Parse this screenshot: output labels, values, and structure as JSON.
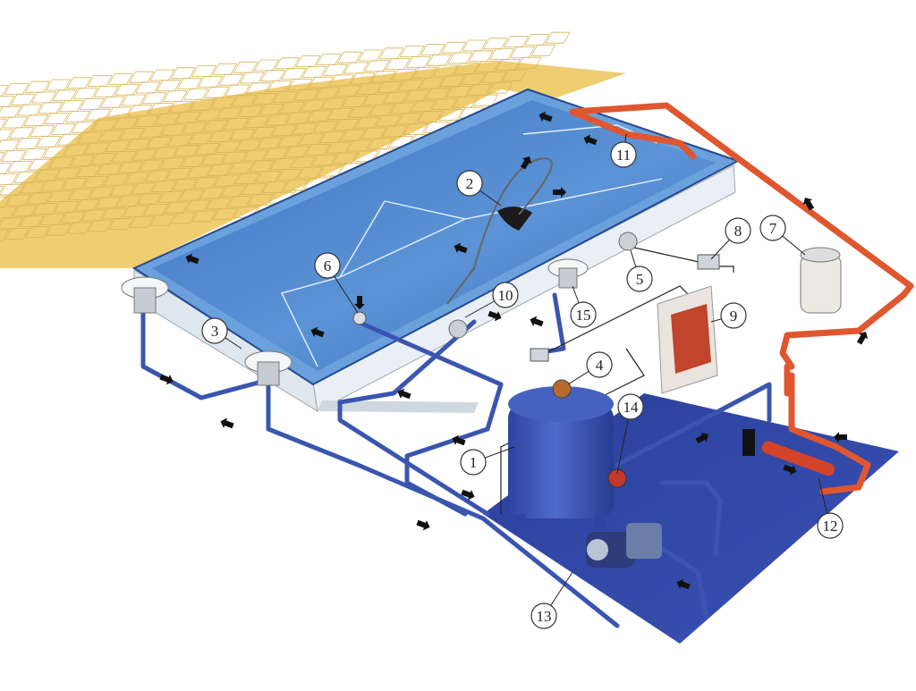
{
  "diagram": {
    "callouts": [
      {
        "id": "c1",
        "label": "1"
      },
      {
        "id": "c2",
        "label": "2"
      },
      {
        "id": "c3",
        "label": "3"
      },
      {
        "id": "c4",
        "label": "4"
      },
      {
        "id": "c5",
        "label": "5"
      },
      {
        "id": "c6",
        "label": "6"
      },
      {
        "id": "c7",
        "label": "7"
      },
      {
        "id": "c8",
        "label": "8"
      },
      {
        "id": "c9",
        "label": "9"
      },
      {
        "id": "c10",
        "label": "10"
      },
      {
        "id": "c11",
        "label": "11"
      },
      {
        "id": "c12",
        "label": "12"
      },
      {
        "id": "c13",
        "label": "13"
      },
      {
        "id": "c14",
        "label": "14"
      },
      {
        "id": "c15",
        "label": "15"
      }
    ],
    "colors": {
      "tiles": "#f0d27a",
      "tile_lines": "#d9b453",
      "pool_water": "#4f86c9",
      "pool_rim": "#6a9fd9",
      "pool_wall": "#e7eef3",
      "equipment_floor": "#2f47a6",
      "return_pipe": "#e0562e",
      "suction_pipe": "#3a55b0",
      "filter_tank": "#3550b0",
      "heater": "#e8e2dc",
      "heater_panel": "#c0452c",
      "arrow": "#111111"
    }
  }
}
